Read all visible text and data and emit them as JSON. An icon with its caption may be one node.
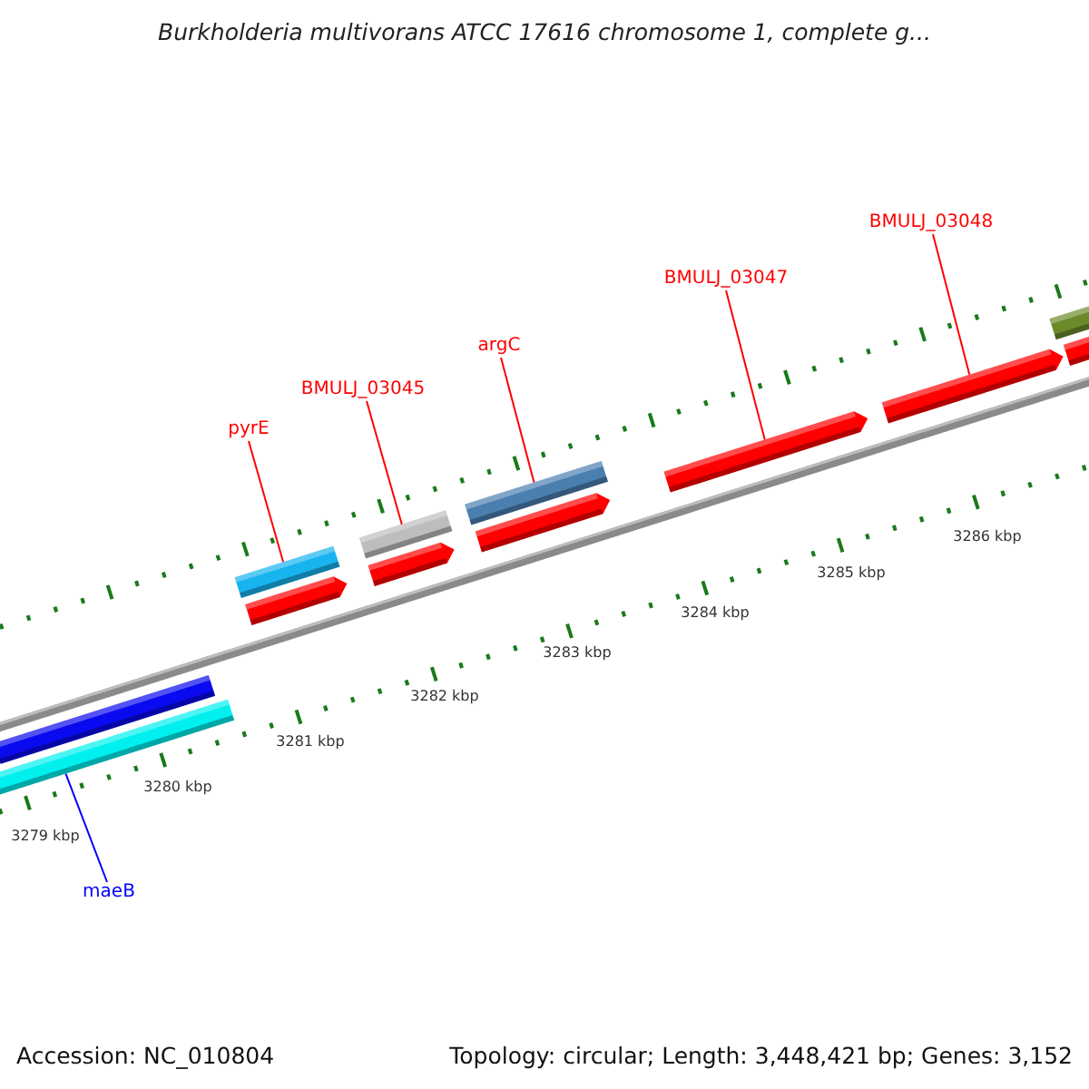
{
  "diagram": {
    "title": "Burkholderia multivorans ATCC 17616 chromosome 1, complete g...",
    "nodes": [
      {
        "text": [
          "pyrE"
        ]
      },
      {
        "text": [
          "BMULJ_03045"
        ]
      },
      {
        "text": [
          "argC"
        ]
      },
      {
        "text": [
          "BMULJ_03047"
        ]
      },
      {
        "text": [
          "BMULJ_03048"
        ]
      },
      {
        "text": [
          "maeB"
        ]
      },
      {
        "text": [],
        "shape": "bar"
      },
      {
        "text": [],
        "shape": "bar"
      },
      {
        "text": [],
        "shape": "bar"
      },
      {
        "text": [],
        "shape": "bar"
      },
      {
        "text": [],
        "shape": "bar"
      },
      {
        "text": [],
        "shape": "bar"
      },
      {
        "text": [],
        "shape": "bar"
      },
      {
        "text": [],
        "shape": "bar"
      },
      {
        "text": [],
        "shape": "bar"
      },
      {
        "text": [],
        "shape": "bar"
      },
      {
        "text": [],
        "shape": "bar"
      },
      {
        "text": [],
        "shape": "bar"
      }
    ],
    "edges": [
      {
        "from": 0,
        "to": 8,
        "arrow": "none"
      },
      {
        "from": 1,
        "to": 10,
        "arrow": "none"
      },
      {
        "from": 2,
        "to": 12,
        "arrow": "none"
      },
      {
        "from": 3,
        "to": 14,
        "arrow": "none"
      },
      {
        "from": 4,
        "to": 15,
        "arrow": "none"
      },
      {
        "from": 5,
        "to": 7,
        "arrow": "none",
        "color": "#0000ff"
      }
    ],
    "labels": [
      "3279 kbp",
      "3280 kbp",
      "3281 kbp",
      "3282 kbp",
      "3283 kbp",
      "3284 kbp",
      "3285 kbp",
      "3286 kbp",
      "Accession: NC_010804",
      "Topology: circular; Length: 3,448,421 bp; Genes: 3,152"
    ]
  }
}
